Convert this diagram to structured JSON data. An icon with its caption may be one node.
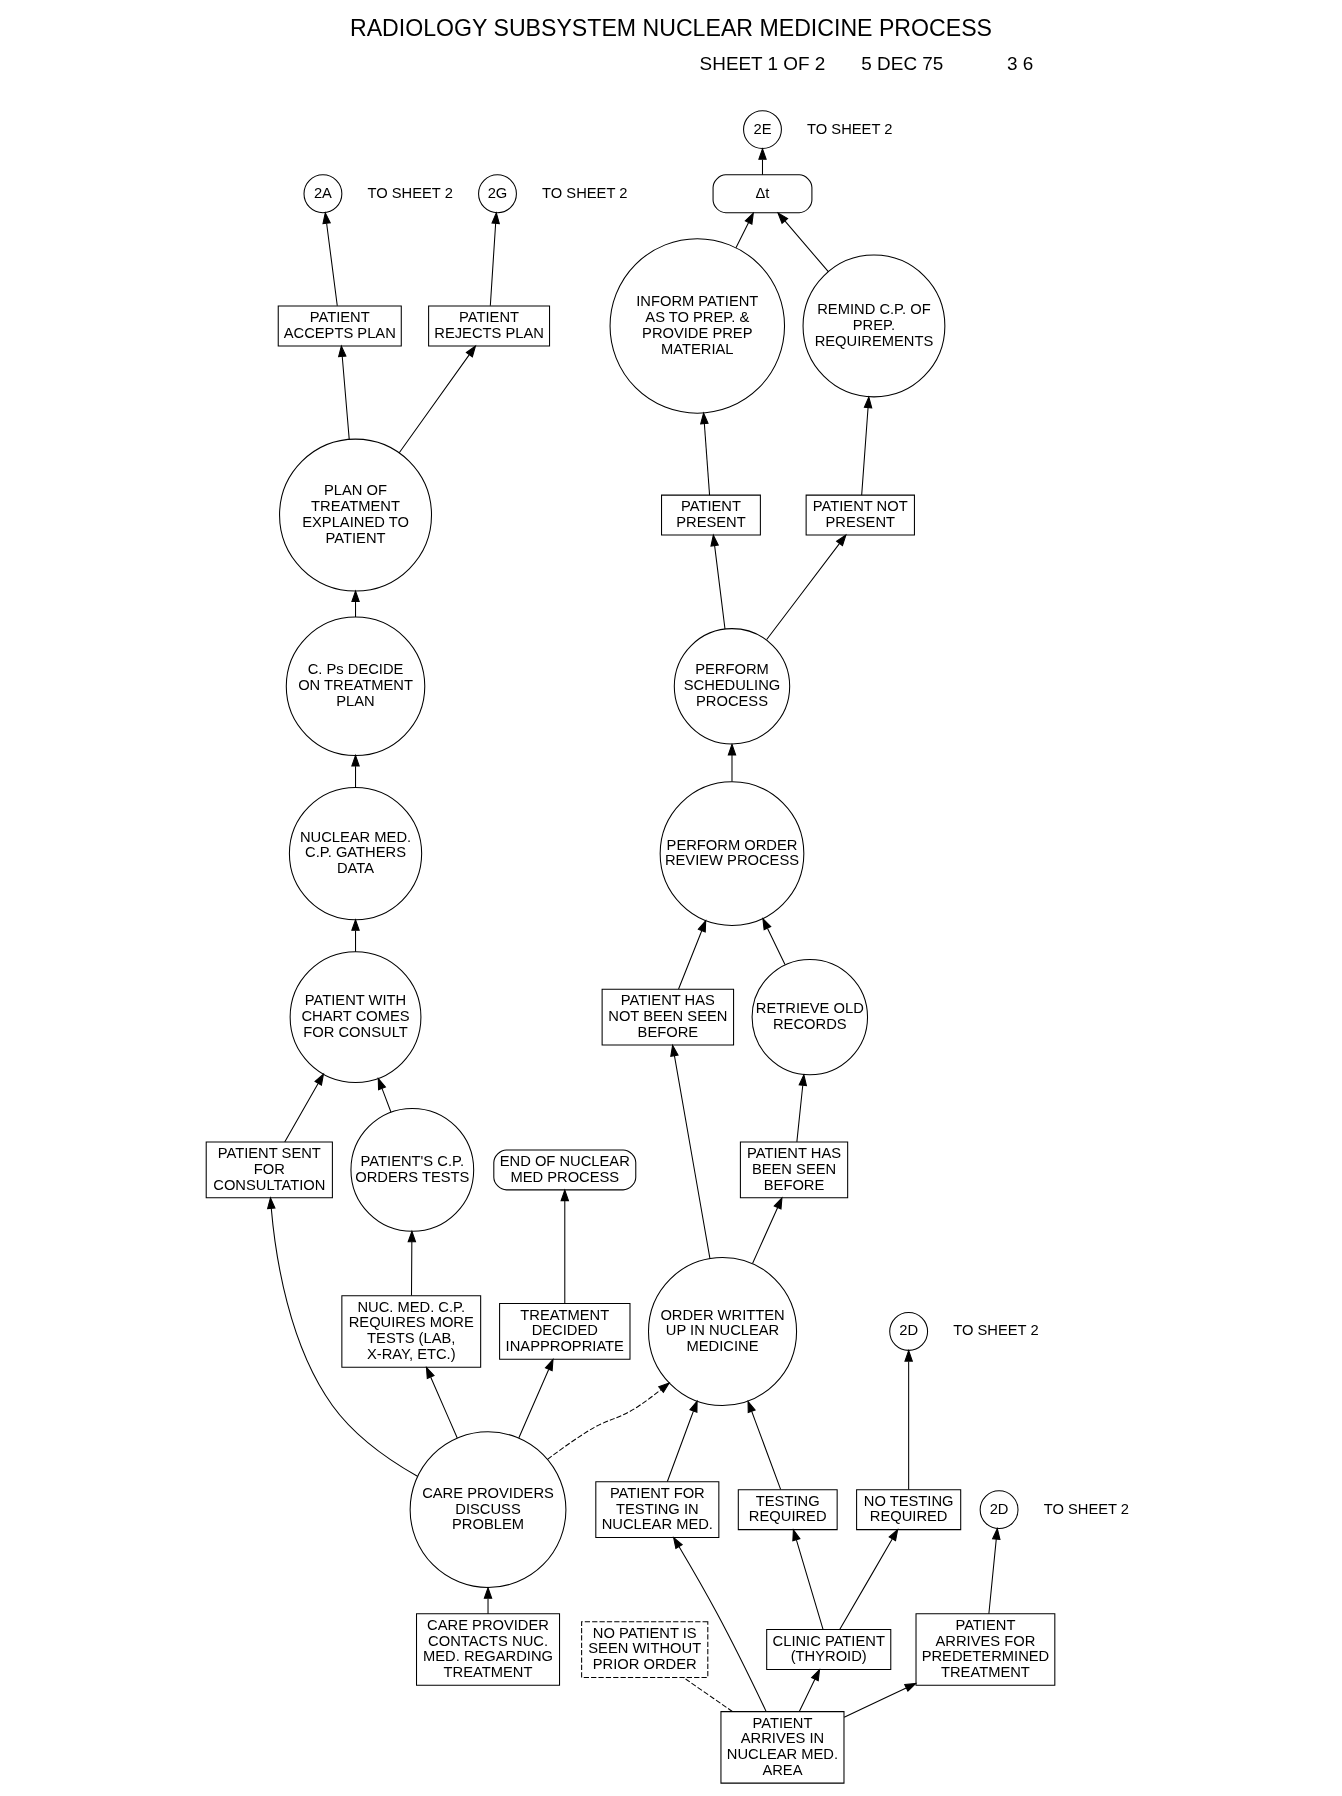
{
  "diagram": {
    "title": "RADIOLOGY SUBSYSTEM NUCLEAR MEDICINE PROCESS",
    "nodes": [
      {
        "text": [
          "CARE PROVIDER CONTACTS NUC. MED. REGARDING TREATMENT"
        ]
      },
      {
        "text": [
          "CARE PROVIDERS DISCUSS PROBLEM"
        ]
      },
      {
        "text": [
          "PATIENT SENT FOR CONSULTATION"
        ]
      },
      {
        "text": [
          "NUC. MED. C.P. REQUIRES MORE TESTS (LAB, X-RAY, ETC.)"
        ]
      },
      {
        "text": [
          "TREATMENT DECIDED INAPPROPRIATE"
        ]
      },
      {
        "text": [
          "PATIENT'S C.P. ORDERS TESTS"
        ]
      },
      {
        "text": [
          "END OF NUCLEAR MED PROCESS"
        ]
      },
      {
        "text": [
          "PATIENT WITH CHART COMES FOR CONSULT"
        ]
      },
      {
        "text": [
          "NUCLEAR MED. C.P. GATHERS DATA"
        ]
      },
      {
        "text": [
          "C. Ps DECIDE ON TREATMENT PLAN"
        ]
      },
      {
        "text": [
          "PLAN OF TREATMENT EXPLAINED TO PATIENT"
        ]
      },
      {
        "text": [
          "PATIENT ACCEPTS PLAN"
        ]
      },
      {
        "text": [
          "PATIENT REJECTS PLAN"
        ]
      },
      {
        "text": [
          "2A"
        ],
        "beside": [
          "TO SHEET 2"
        ]
      },
      {
        "text": [
          "2G"
        ],
        "beside": [
          "TO SHEET 2"
        ]
      },
      {
        "text": [
          "PATIENT ARRIVES IN NUCLEAR MED. AREA"
        ]
      },
      {
        "text": [
          "NO PATIENT IS SEEN WITHOUT PRIOR ORDER"
        ]
      },
      {
        "text": [
          "PATIENT FOR TESTING IN NUCLEAR MED."
        ]
      },
      {
        "text": [
          "CLINIC PATIENT (THYROID)"
        ]
      },
      {
        "text": [
          "PATIENT ARRIVES FOR PREDETERMINED TREATMENT"
        ]
      },
      {
        "text": [
          "TESTING REQUIRED"
        ]
      },
      {
        "text": [
          "NO TESTING REQUIRED"
        ]
      },
      {
        "text": [
          "2D"
        ],
        "beside": [
          "TO SHEET 2"
        ]
      },
      {
        "text": [
          "2D"
        ],
        "beside": [
          "TO SHEET 2"
        ]
      },
      {
        "text": [
          "ORDER WRITTEN UP IN NUCLEAR MEDICINE"
        ]
      },
      {
        "text": [
          "PATIENT HAS NOT BEEN SEEN BEFORE"
        ]
      },
      {
        "text": [
          "PATIENT HAS BEEN SEEN BEFORE"
        ]
      },
      {
        "text": [
          "RETRIEVE OLD RECORDS"
        ]
      },
      {
        "text": [
          "PERFORM ORDER REVIEW PROCESS"
        ]
      },
      {
        "text": [
          "PERFORM SCHEDULING PROCESS"
        ]
      },
      {
        "text": [
          "PATIENT PRESENT"
        ]
      },
      {
        "text": [
          "PATIENT NOT PRESENT"
        ]
      },
      {
        "text": [
          "INFORM PATIENT AS TO PREP. & PROVIDE PREP MATERIAL"
        ]
      },
      {
        "text": [
          "REMIND C.P. OF PREP. REQUIREMENTS"
        ]
      },
      {
        "text": [
          "Δt"
        ]
      },
      {
        "text": [
          "2E"
        ],
        "beside": [
          "TO SHEET 2"
        ]
      }
    ],
    "edges": [
      {
        "from": 0,
        "to": 1,
        "arrow": "to"
      },
      {
        "from": 1,
        "to": 2,
        "arrow": "to"
      },
      {
        "from": 1,
        "to": 3,
        "arrow": "to"
      },
      {
        "from": 1,
        "to": 4,
        "arrow": "to"
      },
      {
        "from": 1,
        "to": 24,
        "arrow": "to",
        "style": "dashed"
      },
      {
        "from": 2,
        "to": 7,
        "arrow": "to"
      },
      {
        "from": 3,
        "to": 5,
        "arrow": "to"
      },
      {
        "from": 5,
        "to": 7,
        "arrow": "to"
      },
      {
        "from": 4,
        "to": 6,
        "arrow": "to"
      },
      {
        "from": 7,
        "to": 8,
        "arrow": "to"
      },
      {
        "from": 8,
        "to": 9,
        "arrow": "to"
      },
      {
        "from": 9,
        "to": 10,
        "arrow": "to"
      },
      {
        "from": 10,
        "to": 11,
        "arrow": "to"
      },
      {
        "from": 10,
        "to": 12,
        "arrow": "to"
      },
      {
        "from": 11,
        "to": 13,
        "arrow": "to"
      },
      {
        "from": 12,
        "to": 14,
        "arrow": "to"
      },
      {
        "from": 15,
        "to": 16,
        "arrow": "none",
        "style": "dashed"
      },
      {
        "from": 15,
        "to": 17,
        "arrow": "to"
      },
      {
        "from": 15,
        "to": 18,
        "arrow": "to"
      },
      {
        "from": 15,
        "to": 19,
        "arrow": "to"
      },
      {
        "from": 17,
        "to": 24,
        "arrow": "to"
      },
      {
        "from": 18,
        "to": 20,
        "arrow": "to"
      },
      {
        "from": 18,
        "to": 21,
        "arrow": "to"
      },
      {
        "from": 20,
        "to": 24,
        "arrow": "to"
      },
      {
        "from": 21,
        "to": 22,
        "arrow": "to"
      },
      {
        "from": 19,
        "to": 23,
        "arrow": "to"
      },
      {
        "from": 24,
        "to": 25,
        "arrow": "to"
      },
      {
        "from": 24,
        "to": 26,
        "arrow": "to"
      },
      {
        "from": 25,
        "to": 28,
        "arrow": "to"
      },
      {
        "from": 26,
        "to": 27,
        "arrow": "to"
      },
      {
        "from": 27,
        "to": 28,
        "arrow": "to"
      },
      {
        "from": 28,
        "to": 29,
        "arrow": "to"
      },
      {
        "from": 29,
        "to": 30,
        "arrow": "to"
      },
      {
        "from": 29,
        "to": 31,
        "arrow": "to"
      },
      {
        "from": 30,
        "to": 32,
        "arrow": "to"
      },
      {
        "from": 31,
        "to": 33,
        "arrow": "to"
      },
      {
        "from": 32,
        "to": 34,
        "arrow": "to"
      },
      {
        "from": 33,
        "to": 34,
        "arrow": "to"
      },
      {
        "from": 34,
        "to": 35,
        "arrow": "to"
      }
    ],
    "labels": [
      "SHEET 1 OF 2",
      "5 DEC 75",
      "3 6"
    ]
  }
}
